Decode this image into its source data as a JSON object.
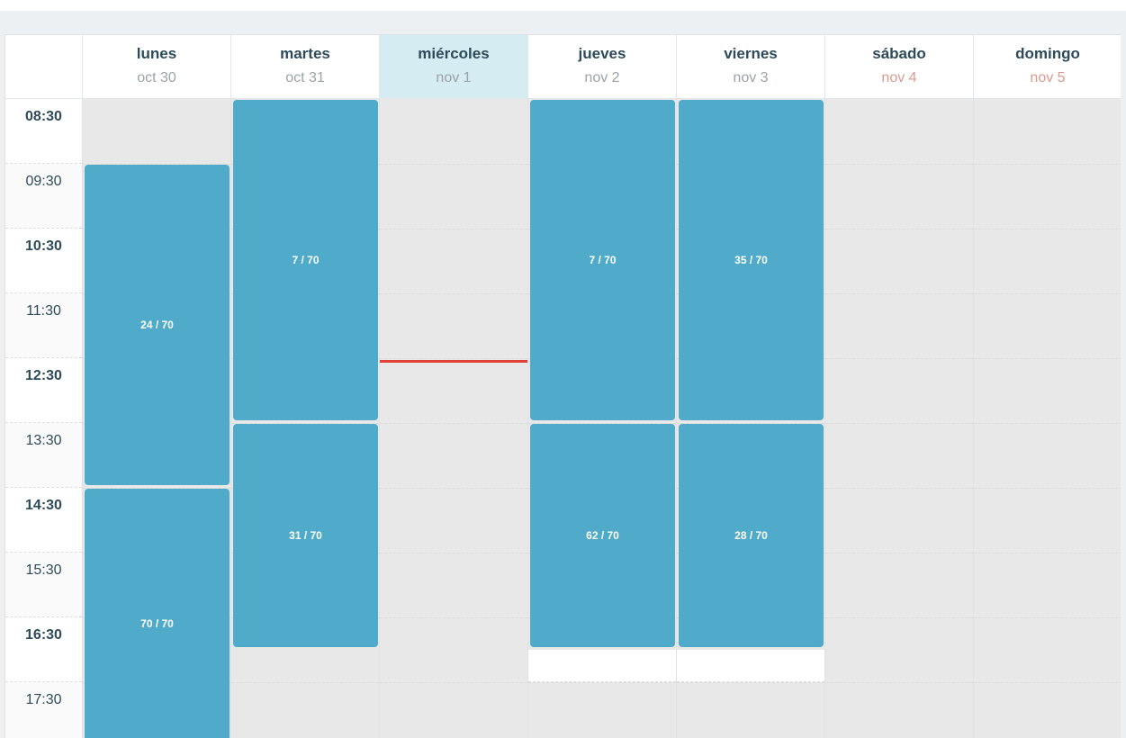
{
  "days": [
    {
      "day": "lunes",
      "date": "oct 30"
    },
    {
      "day": "martes",
      "date": "oct 31"
    },
    {
      "day": "miércoles",
      "date": "nov 1"
    },
    {
      "day": "jueves",
      "date": "nov 2"
    },
    {
      "day": "viernes",
      "date": "nov 3"
    },
    {
      "day": "sábado",
      "date": "nov 4"
    },
    {
      "day": "domingo",
      "date": "nov 5"
    }
  ],
  "times": [
    "08:30",
    "09:30",
    "10:30",
    "11:30",
    "12:30",
    "13:30",
    "14:30",
    "15:30",
    "16:30",
    "17:30"
  ],
  "events": {
    "mon_1": "24 / 70",
    "mon_2": "70 / 70",
    "tue_1": "7 / 70",
    "tue_2": "31 / 70",
    "thu_1": "7 / 70",
    "thu_2": "62 / 70",
    "fri_1": "35 / 70",
    "fri_2": "28 / 70"
  },
  "colors": {
    "event": "#4fabc9",
    "today_header": "#d5ecf2",
    "now_line": "#e0423a",
    "weekend_date": "#d99b8f"
  }
}
